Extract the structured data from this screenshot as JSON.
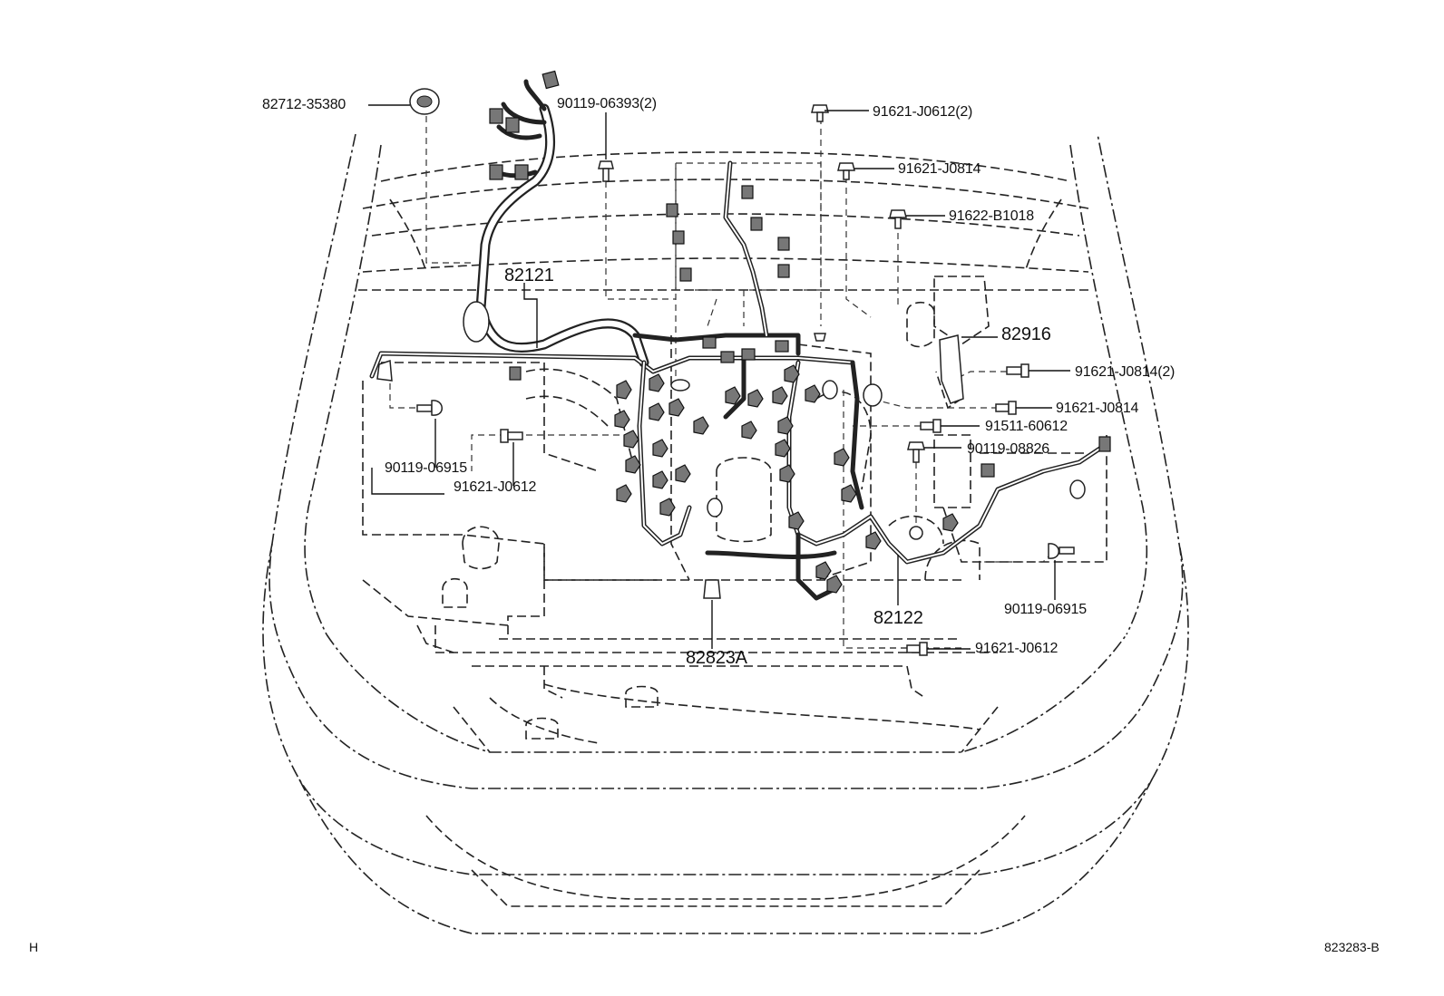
{
  "labels": {
    "p82712": "82712-35380",
    "p90119_06393": "90119-06393(2)",
    "p91621_j0612_2": "91621-J0612(2)",
    "p91621_j0814_top": "91621-J0814",
    "p91622_b1018": "91622-B1018",
    "p82121": "82121",
    "p82916": "82916",
    "p91621_j0814_2": "91621-J0814(2)",
    "p91621_j0814_mid": "91621-J0814",
    "p91511_60612": "91511-60612",
    "p90119_08826": "90119-08826",
    "p90119_06915_left": "90119-06915",
    "p91621_j0612_left": "91621-J0612",
    "p90119_06915_right": "90119-06915",
    "p82122": "82122",
    "p91621_j0612_bottom": "91621-J0612",
    "p82823a": "82823A"
  },
  "corner": {
    "left": "H",
    "right": "823283-B"
  }
}
